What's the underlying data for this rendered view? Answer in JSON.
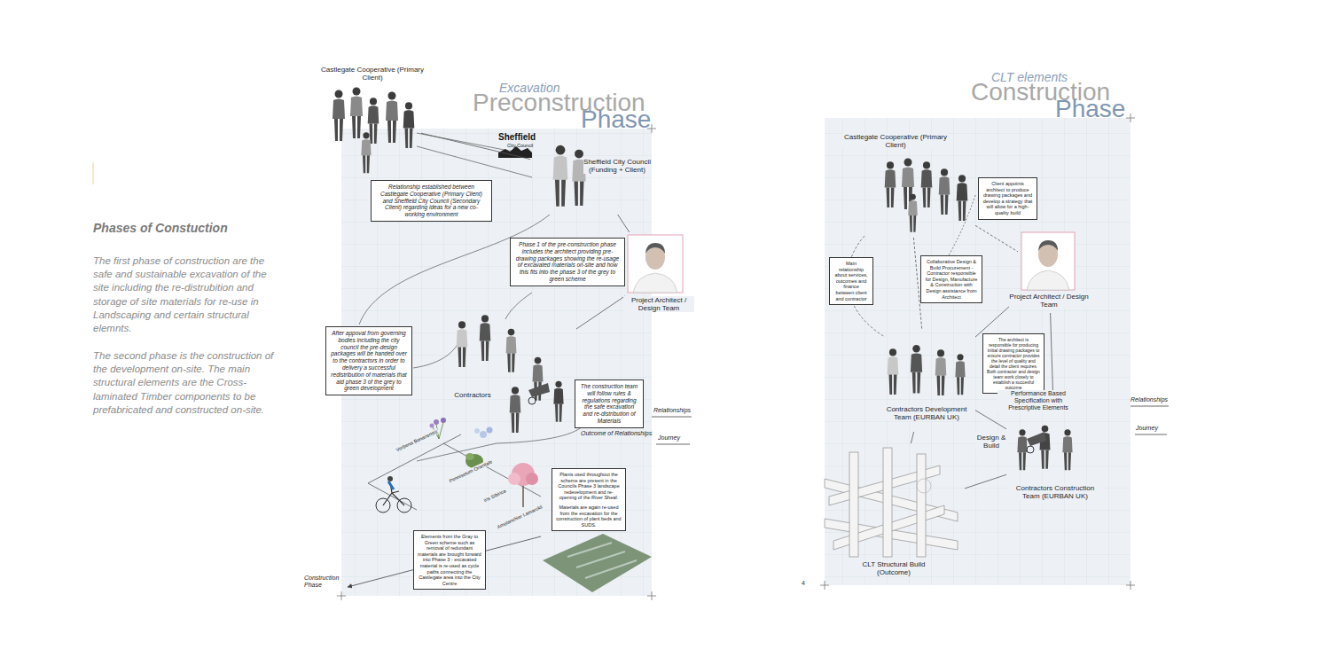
{
  "diagram": {
    "title": "Phases of Constuction",
    "nodes": [
      {
        "text": [
          "Castlegate Cooperative (Primary Client)"
        ]
      },
      {
        "text": [
          "Sheffield City Council (Funding + Client)"
        ]
      },
      {
        "text": [
          "Relationship established between Castlegate Cooperative (Primary Client) and Sheffield City Council (Secondary Client) regarding ideas for a new co-working environment"
        ]
      },
      {
        "text": [
          "Project Architect / Design Team"
        ]
      },
      {
        "text": [
          "Phase 1 of the pre-construction phase includes the architect providing pre-drawing packages showing the re-usage of excavated materials on-site and how this fits into the phase 3 of the grey to green scheme"
        ]
      },
      {
        "text": [
          "After appoval from governing bodies including the city council the pre-design packages will be handed over to the contractors in order to delivery a successful redistribution of materials that aid phase 3 of the grey to green development"
        ]
      },
      {
        "text": [
          "Contractors"
        ]
      },
      {
        "text": [
          "The construction team will follow rules & regulations regarding the safe excavation and re-distribution of Materials"
        ]
      },
      {
        "text": [
          "Plants used throughout the scheme are present in the Councils Phase 3 landscape redevelopment and re-opening of the River Sheaf.",
          "Materials are again re-used from the excavation for the construction of plant beds and SUDS."
        ]
      },
      {
        "text": [
          "Elements from the Gray to Green scheme such as removal of redundant materials are brought forward into Phase 3 - excavated material is re-used as cycle paths connecting the Castlegate area into the City Centre"
        ]
      },
      {
        "text": [
          "Castlegate Cooperative (Primary Client)"
        ]
      },
      {
        "text": [
          "Client appoints architect to produce drawing packages and develop a strategy that will allow for a high-quality build"
        ]
      },
      {
        "text": [
          "Main relationship about services, outcomes and finance between client and contractor"
        ]
      },
      {
        "text": [
          "Collaborative Design & Build Procurement - Contractor responsible for Design, Manufacture & Construction with Design assistance from Architect"
        ]
      },
      {
        "text": [
          "Project Architect / Design Team"
        ]
      },
      {
        "text": [
          "The architect is responsible for producing initial drawing packages to ensure contractor provides the level of quality and detail the client requires. Both contractor and design team work closely to establish a succesful outcome"
        ]
      },
      {
        "text": [
          "Contractors Development Team (EURBAN UK)"
        ]
      },
      {
        "text": [
          "Contractors Construction Team (EURBAN UK)"
        ]
      },
      {
        "text": [
          "CLT Structural Build (Outcome)"
        ]
      }
    ],
    "edges": [
      {
        "from": 0,
        "to": 1,
        "arrow": "none"
      },
      {
        "from": 1,
        "to": 3,
        "arrow": "none"
      },
      {
        "from": 3,
        "to": 6,
        "arrow": "none"
      },
      {
        "from": 10,
        "to": 14,
        "arrow": "none"
      },
      {
        "from": 10,
        "to": 16,
        "arrow": "none"
      },
      {
        "from": 14,
        "to": 16,
        "arrow": "none"
      },
      {
        "from": 14,
        "to": 17,
        "label": "Performance Based Specification with Prescriptive Elements",
        "arrow": "none"
      },
      {
        "from": 16,
        "to": 17,
        "label": "Design & Build",
        "arrow": "none"
      },
      {
        "from": 16,
        "to": 18,
        "arrow": "none"
      },
      {
        "from": 17,
        "to": 18,
        "arrow": "none"
      }
    ],
    "labels": [
      "Excavation",
      "Preconstruction",
      "Phase",
      "Sheffield",
      "City Council",
      "Relationships",
      "Journey",
      "Outcome of Relationships",
      "Verbena Bonariensis",
      "Pennisetum Orientale",
      "Iris Sibirica",
      "Amelanchier Lamarckii",
      "Construction Phase",
      "The first phase of construction are the safe and sustainable excavation of the site including the re-distrubition and storage of site materials for re-use in Landscaping and certain structural elemnts.",
      "The second phase is the construction of the development on-site. The main structural elements are the Cross-laminated Timber components to be prefabricated and constructed on-site.",
      "CLT elements",
      "Construction",
      "Phase",
      "Relationships",
      "Journey",
      "4"
    ]
  }
}
